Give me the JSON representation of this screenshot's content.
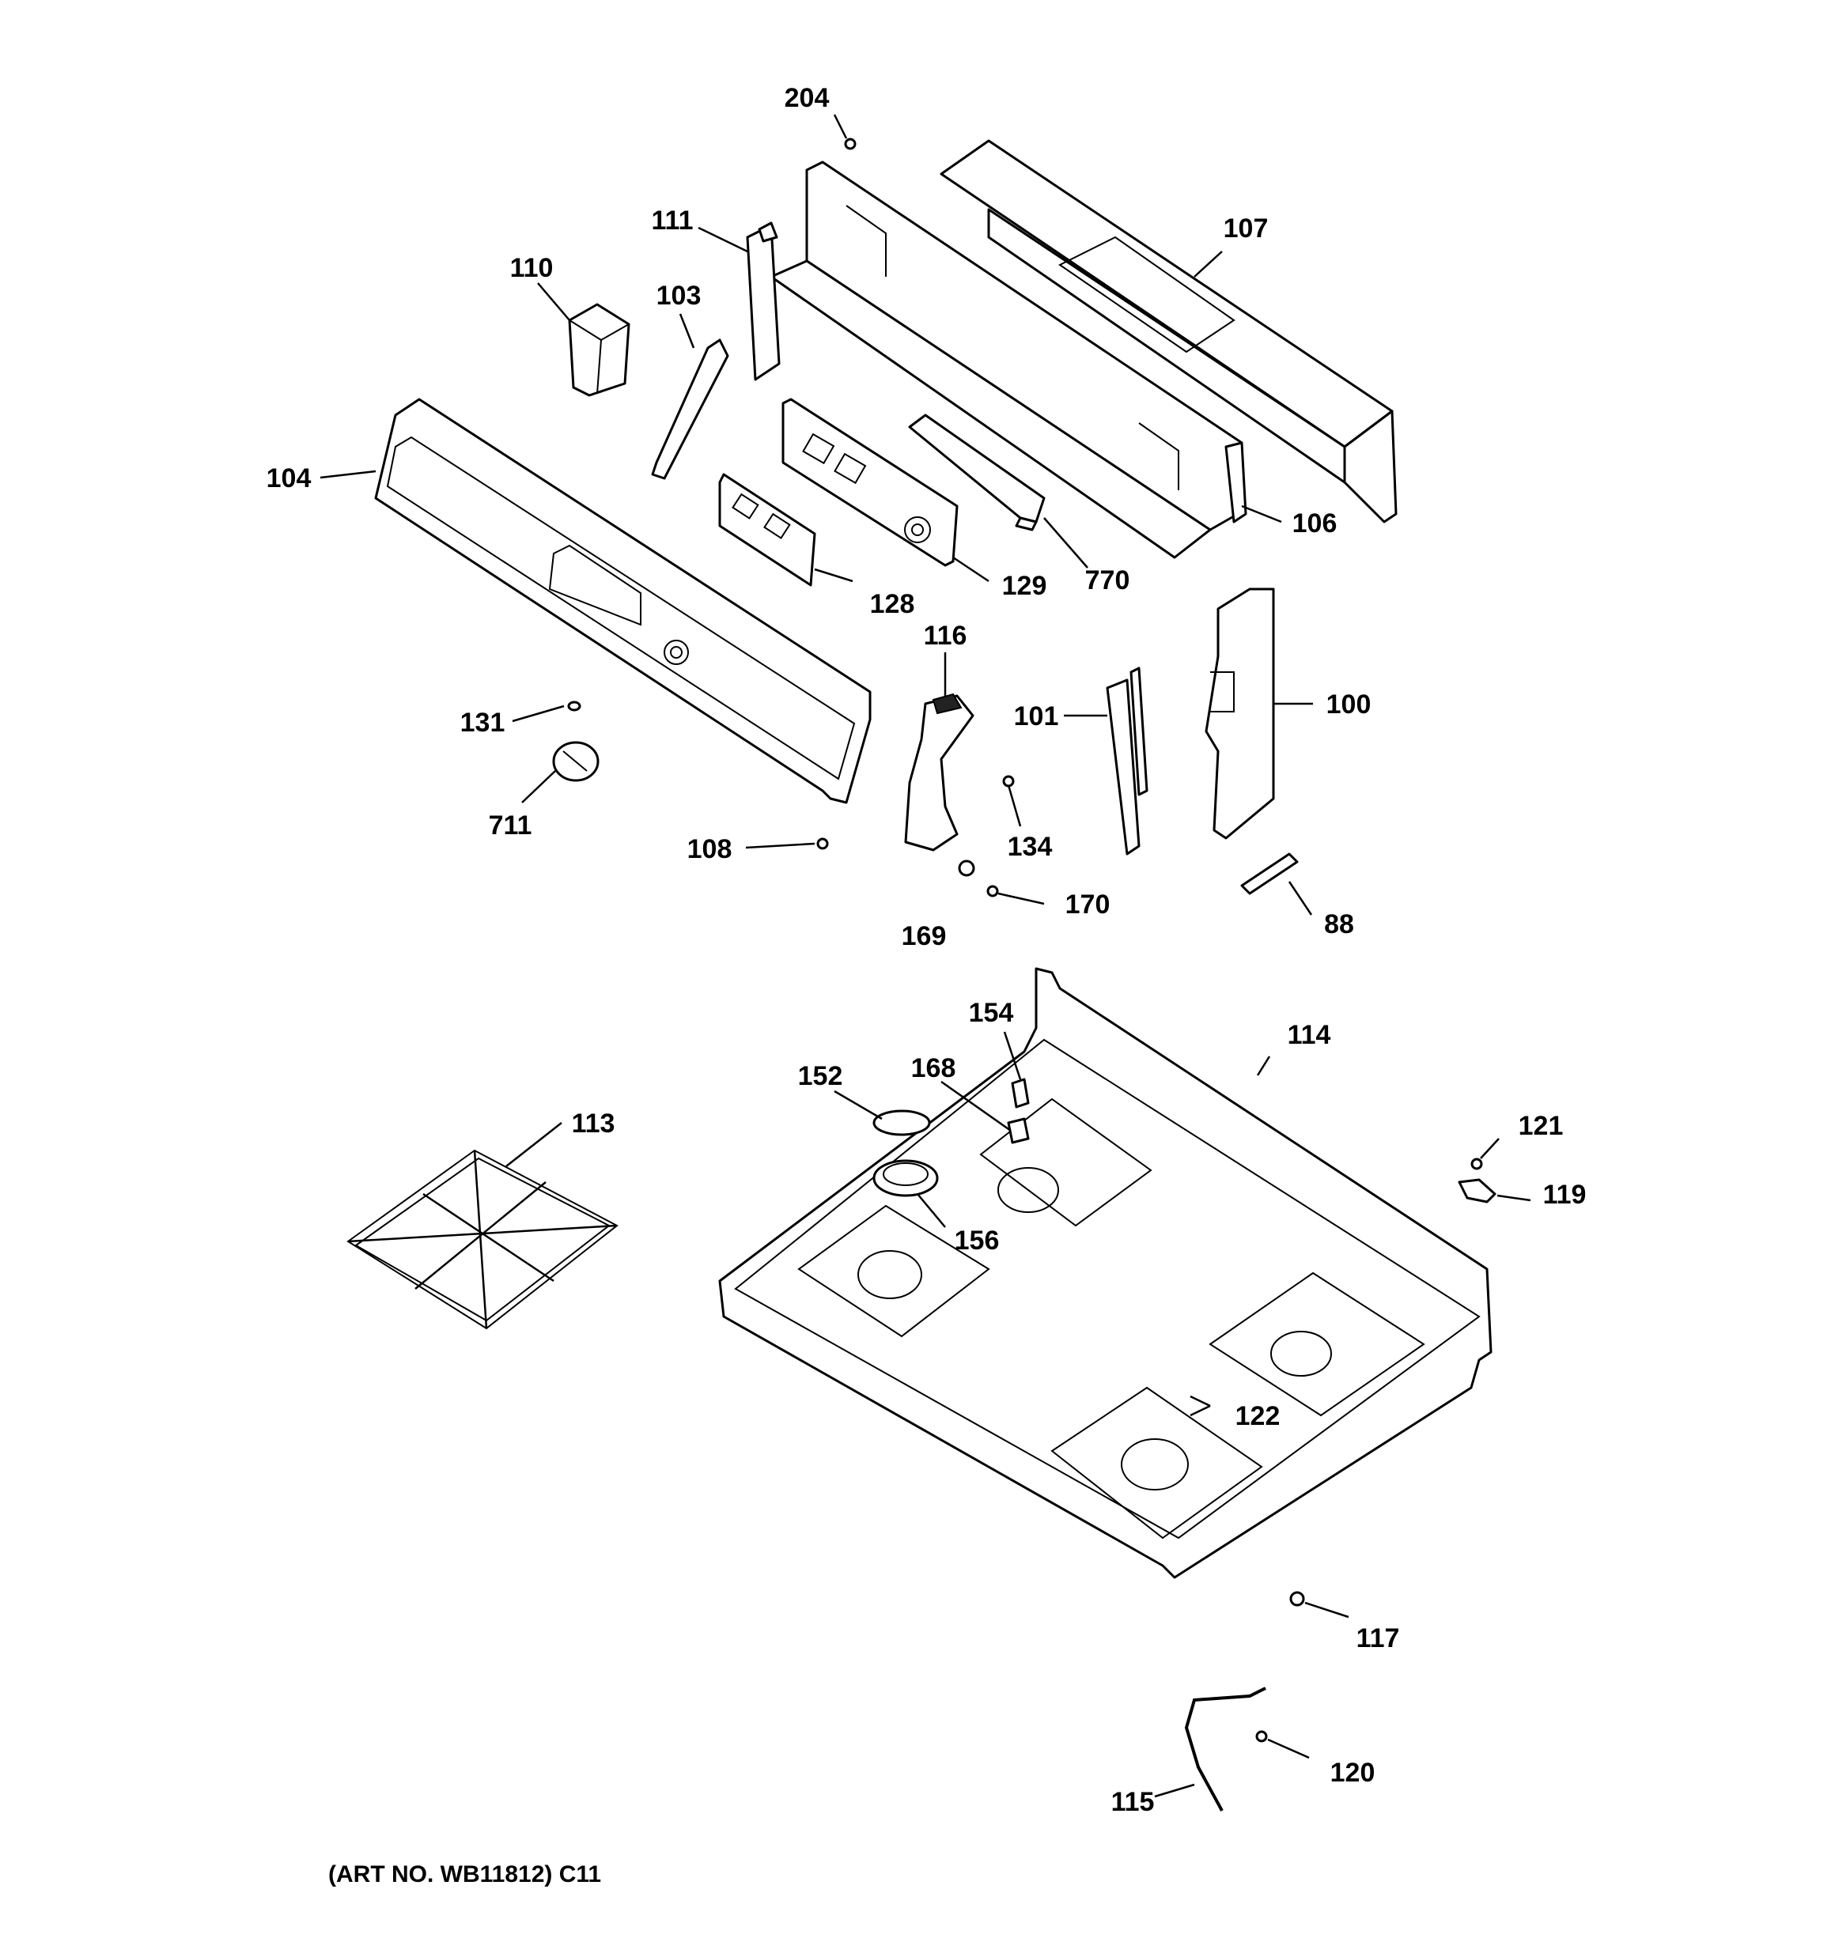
{
  "callouts": {
    "c204": "204",
    "c111": "111",
    "c107": "107",
    "c110": "110",
    "c103": "103",
    "c104": "104",
    "c106": "106",
    "c128": "128",
    "c129": "129",
    "c770": "770",
    "c116": "116",
    "c131": "131",
    "c101": "101",
    "c100": "100",
    "c711": "711",
    "c134": "134",
    "c108": "108",
    "c170": "170",
    "c169": "169",
    "c88": "88",
    "c154": "154",
    "c114": "114",
    "c152": "152",
    "c168": "168",
    "c113": "113",
    "c121": "121",
    "c119": "119",
    "c156": "156",
    "c122": "122",
    "c117": "117",
    "c120": "120",
    "c115": "115"
  },
  "caption": "(ART NO. WB11812) C11"
}
